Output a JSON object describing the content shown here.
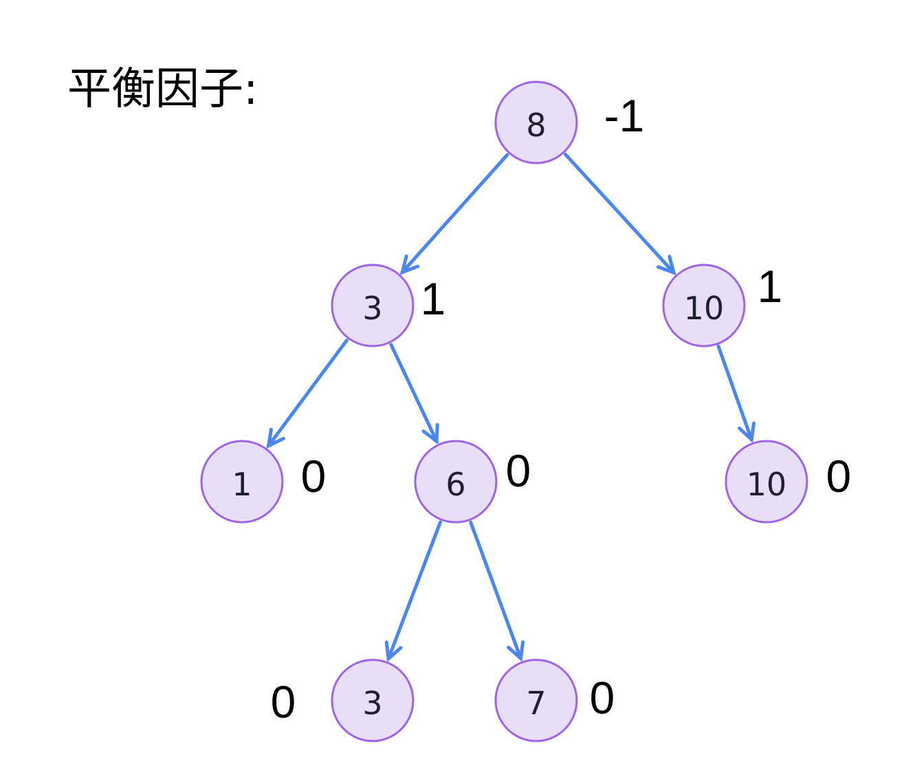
{
  "title": "平衡因子:",
  "colors": {
    "node_fill": "#e8def8",
    "node_stroke": "#9d63e8",
    "edge": "#4a86ee",
    "text": "#1f1f2e"
  },
  "nodes": [
    {
      "id": "n8",
      "value": "8",
      "balance_factor": "-1"
    },
    {
      "id": "n3",
      "value": "3",
      "balance_factor": "1"
    },
    {
      "id": "n10a",
      "value": "10",
      "balance_factor": "1"
    },
    {
      "id": "n1",
      "value": "1",
      "balance_factor": "0"
    },
    {
      "id": "n6",
      "value": "6",
      "balance_factor": "0"
    },
    {
      "id": "n10b",
      "value": "10",
      "balance_factor": "0"
    },
    {
      "id": "n3b",
      "value": "3",
      "balance_factor": "0"
    },
    {
      "id": "n7",
      "value": "7",
      "balance_factor": "0"
    }
  ],
  "edges": [
    {
      "from": "n8",
      "to": "n3"
    },
    {
      "from": "n8",
      "to": "n10a"
    },
    {
      "from": "n3",
      "to": "n1"
    },
    {
      "from": "n3",
      "to": "n6"
    },
    {
      "from": "n10a",
      "to": "n10b"
    },
    {
      "from": "n6",
      "to": "n3b"
    },
    {
      "from": "n6",
      "to": "n7"
    }
  ]
}
